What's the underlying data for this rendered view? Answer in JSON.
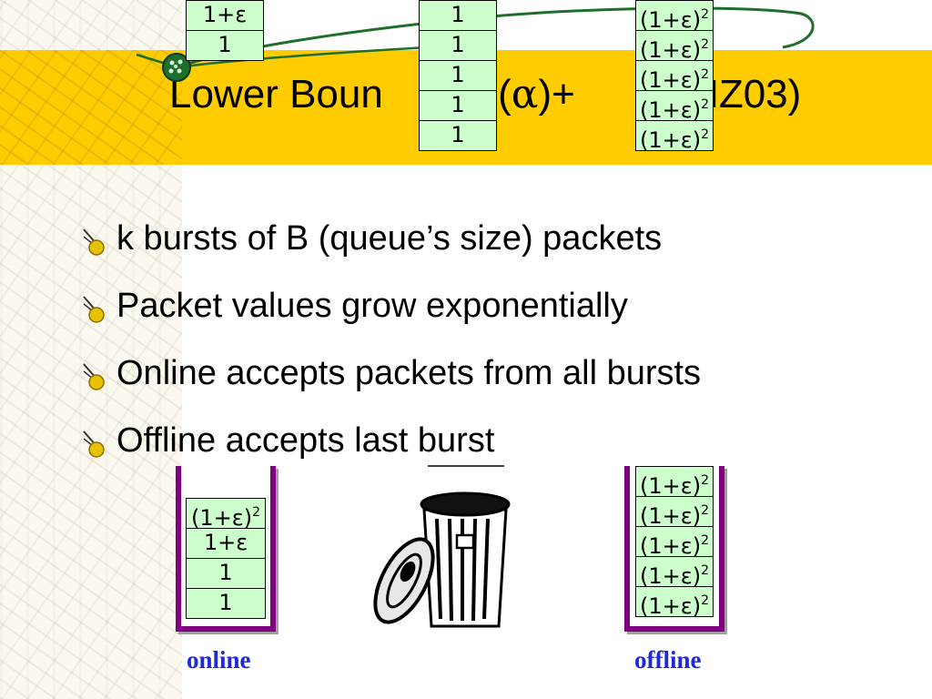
{
  "slide": {
    "title_prefix": "Lower Boun",
    "title_mid": "ln(",
    "title_alpha": "α",
    "title_mid2": ")+",
    "title_suffix": "AMZ03)"
  },
  "top_queues": {
    "left": [
      "1+ε",
      "1"
    ],
    "middle": [
      "1",
      "1",
      "1",
      "1",
      "1"
    ],
    "right": [
      "(1+ε)",
      "(1+ε)",
      "(1+ε)",
      "(1+ε)",
      "(1+ε)"
    ]
  },
  "superscript": "2",
  "bullets": [
    "k bursts of B (queue’s size) packets",
    "Packet values grow exponentially",
    "Online accepts packets from all bursts",
    "Offline accepts last burst"
  ],
  "online": {
    "label": "online",
    "cells": [
      "(1+ε)",
      "1+ε",
      "1",
      "1"
    ]
  },
  "offline": {
    "label": "offline",
    "cells": [
      "(1+ε)",
      "(1+ε)",
      "(1+ε)",
      "(1+ε)",
      "(1+ε)"
    ]
  },
  "colors": {
    "title_band": "#ffcc00",
    "cell_fill": "#ccffcc",
    "bin_border": "#800080",
    "label_color": "#1e2ad8",
    "wire": "#1f6e2c"
  },
  "icons": {
    "bullet": "pushpin-icon",
    "trash": "trash-can-icon",
    "node": "wire-node-icon"
  }
}
